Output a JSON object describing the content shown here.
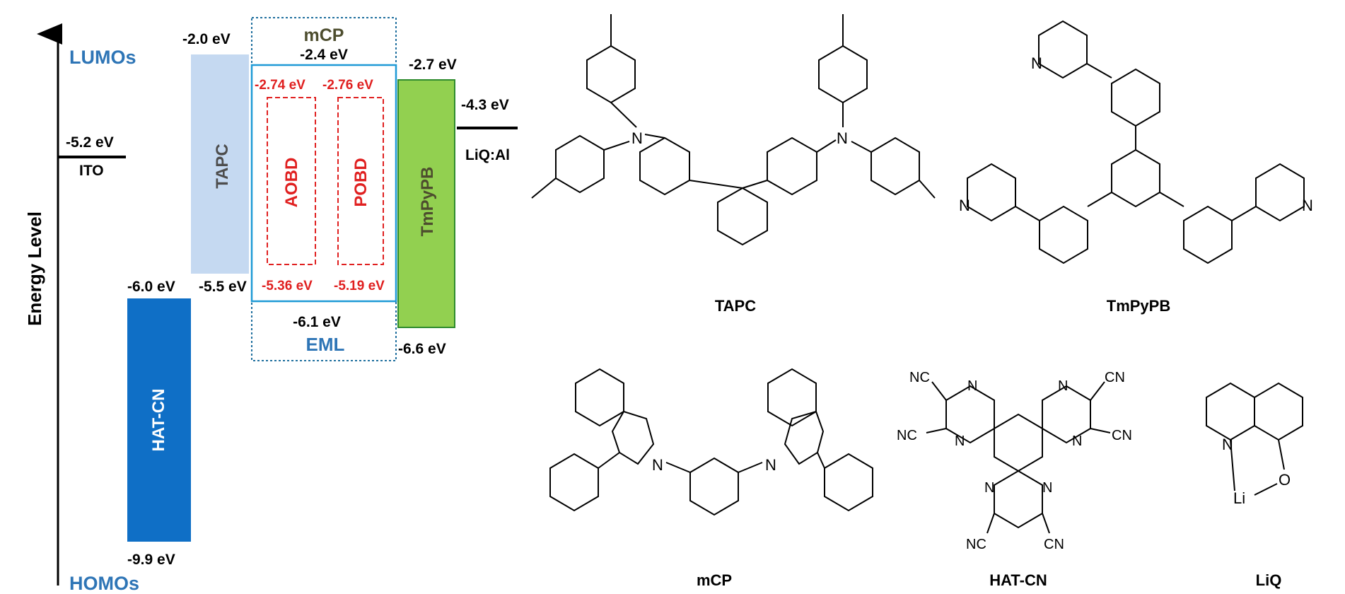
{
  "diagram": {
    "axis": {
      "title": "Energy Level",
      "top_label": "LUMOs",
      "bottom_label": "HOMOs"
    },
    "ito": {
      "name": "ITO",
      "energy": "-5.2 eV"
    },
    "hatcn": {
      "name": "HAT-CN",
      "lumo": "-6.0 eV",
      "homo": "-9.9 eV"
    },
    "tapc": {
      "name": "TAPC",
      "lumo": "-2.0 eV",
      "homo": "-5.5 eV"
    },
    "eml": {
      "name": "EML",
      "host": "mCP",
      "host_lumo": "-2.4 eV",
      "host_homo": "-6.1 eV",
      "dopants": [
        {
          "name": "AOBD",
          "lumo": "-2.74 eV",
          "homo": "-5.36 eV"
        },
        {
          "name": "POBD",
          "lumo": "-2.76 eV",
          "homo": "-5.19 eV"
        }
      ]
    },
    "tmpypb": {
      "name": "TmPyPB",
      "lumo": "-2.7 eV",
      "homo": "-6.6 eV"
    },
    "cathode": {
      "name": "LiQ:Al",
      "energy": "-4.3 eV"
    },
    "colors": {
      "hatcn": "#0f6fc6",
      "tapc": "#c5d9f1",
      "tmpypb": "#92d050",
      "tmpypb_border": "#2e8b2e",
      "dopant": "#e02020",
      "eml_border": "#1f9ad6",
      "blue_text": "#2e75b6",
      "host_text": "#4d4d2e"
    }
  },
  "structures": {
    "tapc": {
      "caption": "TAPC",
      "atoms": [
        "N",
        "N"
      ]
    },
    "tmpypb": {
      "caption": "TmPyPB",
      "atoms": [
        "N",
        "N",
        "N"
      ]
    },
    "mcp": {
      "caption": "mCP",
      "atoms": [
        "N",
        "N"
      ]
    },
    "hatcn": {
      "caption": "HAT-CN",
      "atoms": [
        "N",
        "N",
        "N",
        "N",
        "N",
        "N",
        "NC",
        "CN",
        "NC",
        "CN",
        "NC",
        "CN"
      ]
    },
    "liq": {
      "caption": "LiQ",
      "atoms": [
        "N",
        "O",
        "Li"
      ]
    }
  }
}
